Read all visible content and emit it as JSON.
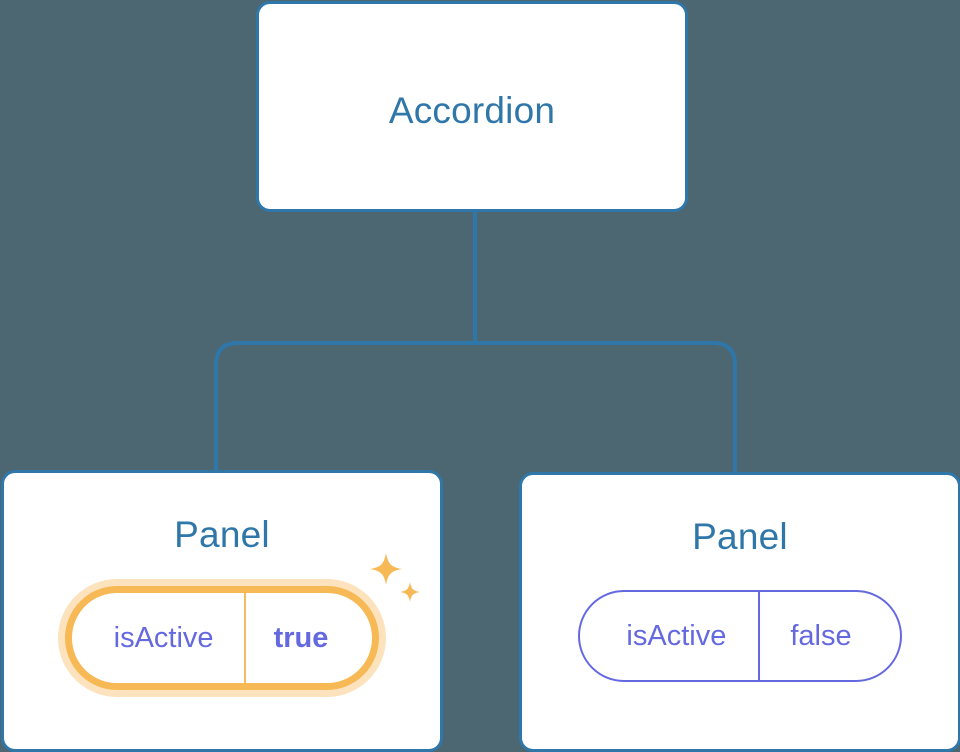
{
  "diagram": {
    "type": "component-tree",
    "background_color": "#4c6672",
    "node_border_color": "#2f77a9",
    "node_title_color": "#2f77a9",
    "connector_color": "#2f77a9",
    "prop_text_color": "#6569e0",
    "highlight_color": "#f7b955",
    "highlight_glow_color": "#fce3be",
    "root": {
      "title": "Accordion"
    },
    "children": [
      {
        "title": "Panel",
        "prop": {
          "key": "isActive",
          "value": "true"
        },
        "highlighted": true,
        "sparkle_icon": "sparkles-icon"
      },
      {
        "title": "Panel",
        "prop": {
          "key": "isActive",
          "value": "false"
        },
        "highlighted": false
      }
    ]
  }
}
